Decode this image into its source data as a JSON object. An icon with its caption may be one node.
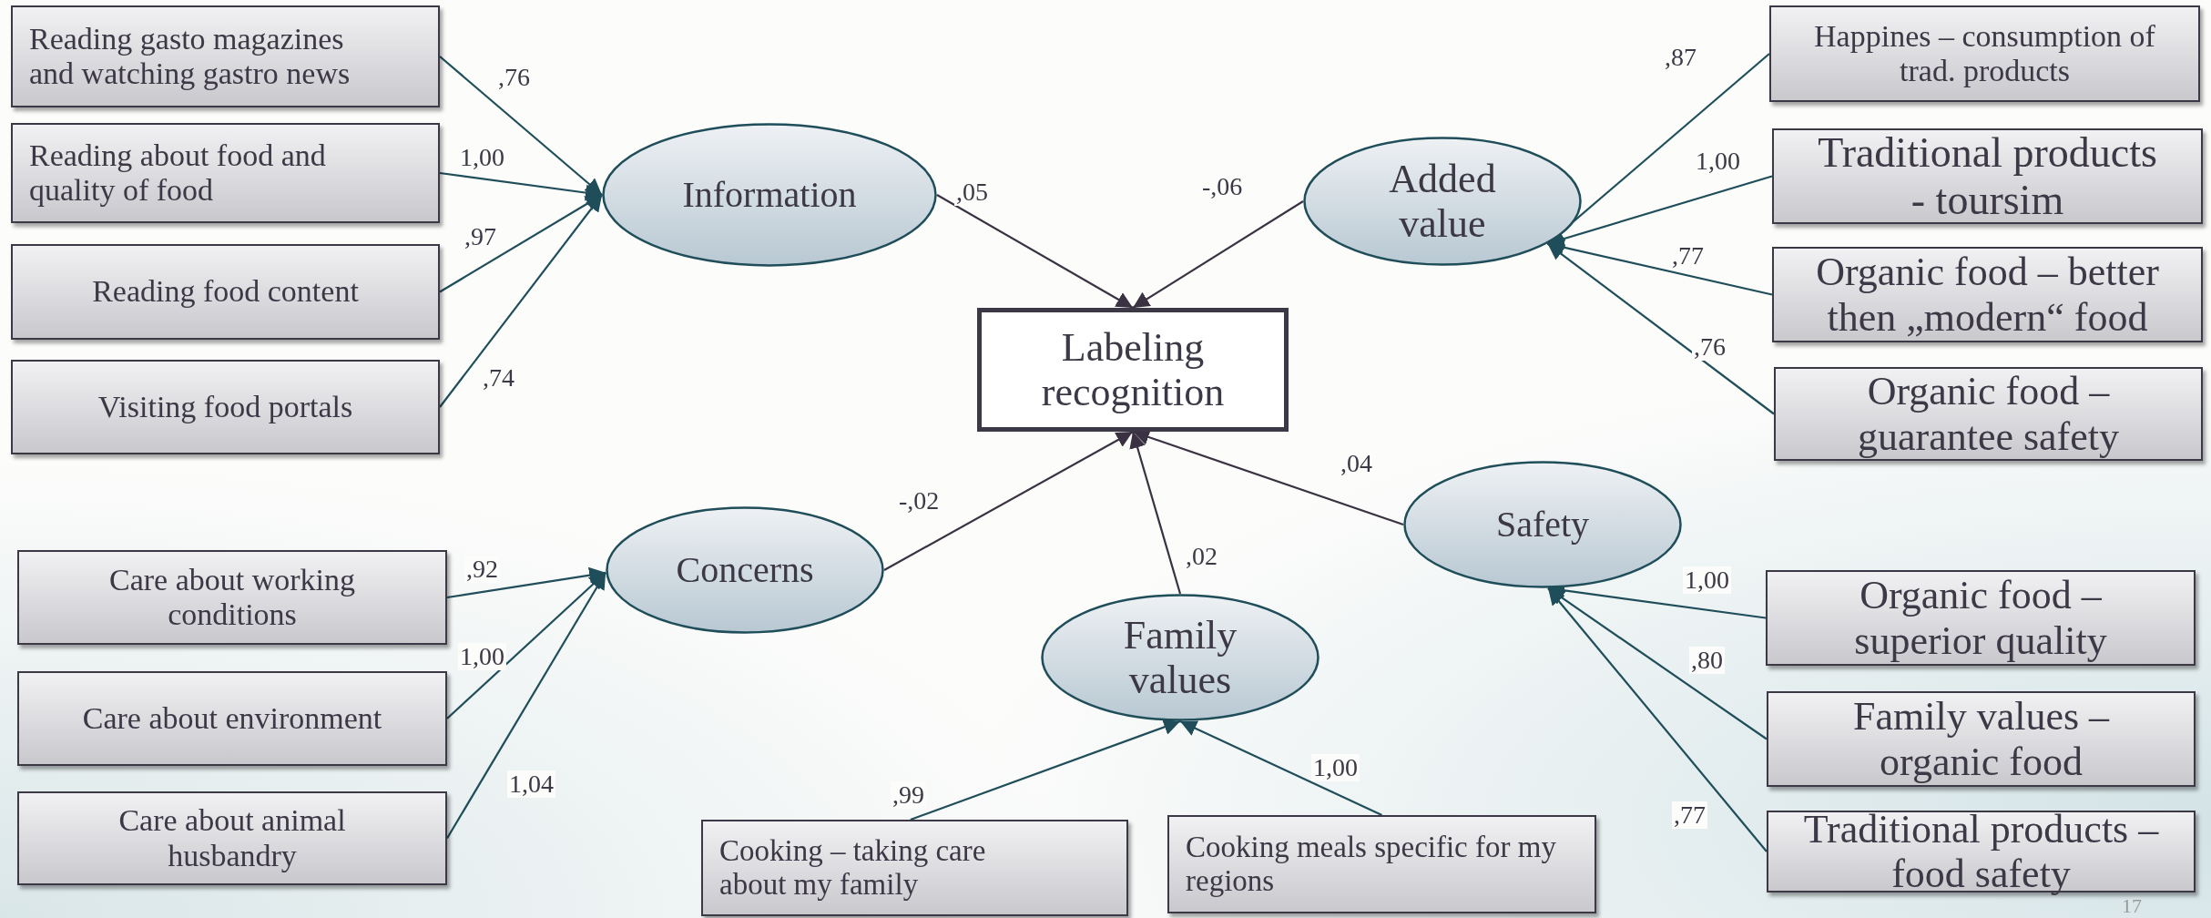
{
  "diagram": {
    "nodes": [
      {
        "text": [
          "Reading gasto magazines and watching gastro news"
        ]
      },
      {
        "text": [
          "Reading about food and quality of food"
        ]
      },
      {
        "text": [
          "Reading food content"
        ]
      },
      {
        "text": [
          "Visiting food portals"
        ]
      },
      {
        "text": [
          "Information"
        ]
      },
      {
        "text": [
          "Labeling recognition"
        ]
      },
      {
        "text": [
          "Added value"
        ]
      },
      {
        "text": [
          "Happines – consumption of trad. products"
        ]
      },
      {
        "text": [
          "Traditional products - toursim"
        ]
      },
      {
        "text": [
          "Organic food – better then „modern“ food"
        ]
      },
      {
        "text": [
          "Organic food – guarantee safety"
        ]
      },
      {
        "text": [
          "Concerns"
        ]
      },
      {
        "text": [
          "Safety"
        ]
      },
      {
        "text": [
          "Care about working conditions"
        ]
      },
      {
        "text": [
          "Care about environment"
        ]
      },
      {
        "text": [
          "Care about animal husbandry"
        ]
      },
      {
        "text": [
          "Family values"
        ]
      },
      {
        "text": [
          "Organic food – superior quality"
        ]
      },
      {
        "text": [
          "Family values – organic food"
        ]
      },
      {
        "text": [
          "Traditional products – food safety"
        ]
      },
      {
        "text": [
          "Cooking – taking care about my family"
        ]
      },
      {
        "text": [
          "Cooking meals specific for my regions"
        ]
      }
    ],
    "edges": [
      {
        "from": 0,
        "to": 4,
        "arrow": "to",
        "label": ",76"
      },
      {
        "from": 1,
        "to": 4,
        "arrow": "to",
        "label": "1,00"
      },
      {
        "from": 2,
        "to": 4,
        "arrow": "to",
        "label": ",97"
      },
      {
        "from": 3,
        "to": 4,
        "arrow": "to",
        "label": ",74"
      },
      {
        "from": 4,
        "to": 5,
        "arrow": "to",
        "label": ",05",
        "color": "#3a3242"
      },
      {
        "from": 6,
        "to": 5,
        "arrow": "to",
        "label": "-,06",
        "color": "#3a3242"
      },
      {
        "from": 7,
        "to": 6,
        "arrow": "to",
        "label": ",87"
      },
      {
        "from": 8,
        "to": 6,
        "arrow": "to",
        "label": "1,00"
      },
      {
        "from": 9,
        "to": 6,
        "arrow": "to",
        "label": ",77"
      },
      {
        "from": 10,
        "to": 6,
        "arrow": "to",
        "label": ",76"
      },
      {
        "from": 11,
        "to": 5,
        "arrow": "to",
        "label": "-,02",
        "color": "#3a3242"
      },
      {
        "from": 13,
        "to": 11,
        "arrow": "to",
        "label": ",92"
      },
      {
        "from": 14,
        "to": 11,
        "arrow": "to",
        "label": "1,00"
      },
      {
        "from": 15,
        "to": 11,
        "arrow": "to",
        "label": "1,04"
      },
      {
        "from": 16,
        "to": 5,
        "arrow": "to",
        "label": ",02",
        "color": "#3a3242"
      },
      {
        "from": 12,
        "to": 5,
        "arrow": "to",
        "label": ",04",
        "color": "#3a3242"
      },
      {
        "from": 17,
        "to": 12,
        "arrow": "to",
        "label": "1,00"
      },
      {
        "from": 18,
        "to": 12,
        "arrow": "to",
        "label": ",80"
      },
      {
        "from": 19,
        "to": 12,
        "arrow": "to",
        "label": ",77"
      },
      {
        "from": 20,
        "to": 16,
        "arrow": "to",
        "label": ",99"
      },
      {
        "from": 21,
        "to": 16,
        "arrow": "to",
        "label": "1,00"
      }
    ],
    "labels": [
      "17"
    ]
  }
}
